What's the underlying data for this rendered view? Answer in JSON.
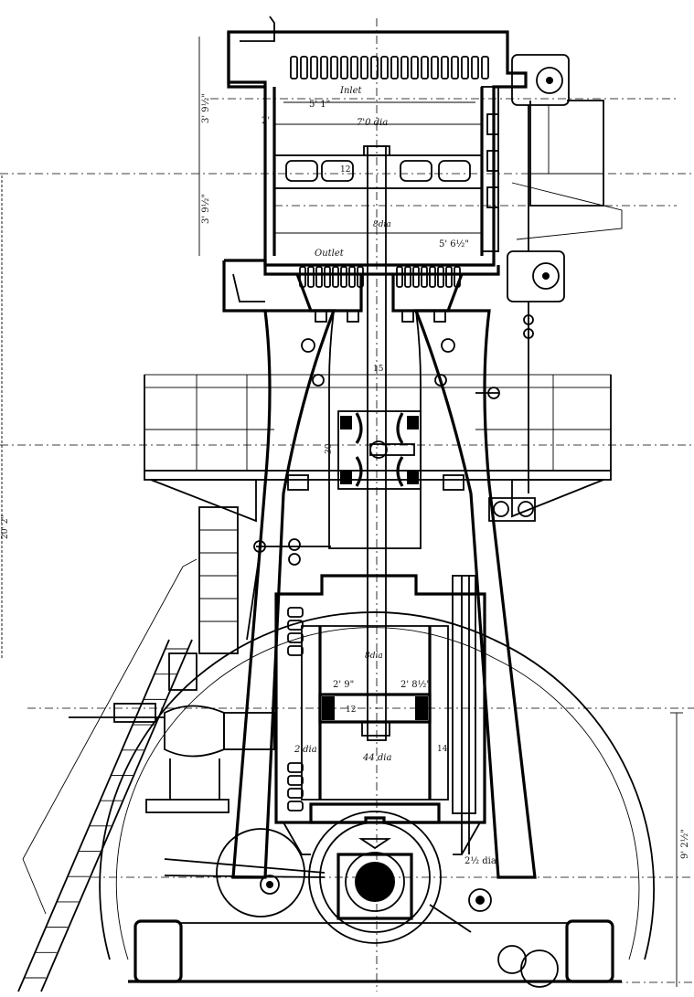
{
  "labels": {
    "inlet": "Inlet",
    "outlet": "Outlet",
    "dia_upper": "7'0 dia",
    "rod_dia": "8dia",
    "rod_dia_lower": "8dia",
    "small_dia_top": "12",
    "stroke_mid": "30",
    "stroke_upper": "15",
    "dim_5_6": "5' 6½\"",
    "dim_2_9": "2' 9\"",
    "dim_2_8": "2' 8½\"",
    "dia_44": "44 dia",
    "dia_2": "2'dia",
    "dia_2_half": "2½ dia",
    "dim_12_low": "12",
    "dim_14": "14",
    "dim_left_a": "3' 9½\"",
    "dim_left_b": "3' 9½\"",
    "dim_left_c": "5' 1\"",
    "dim_left_2": "2'",
    "dim_right": "9' 2½\"",
    "dim_vert_left": "20' 2\""
  },
  "colors": {
    "ink": "#000000",
    "paper": "#ffffff"
  }
}
